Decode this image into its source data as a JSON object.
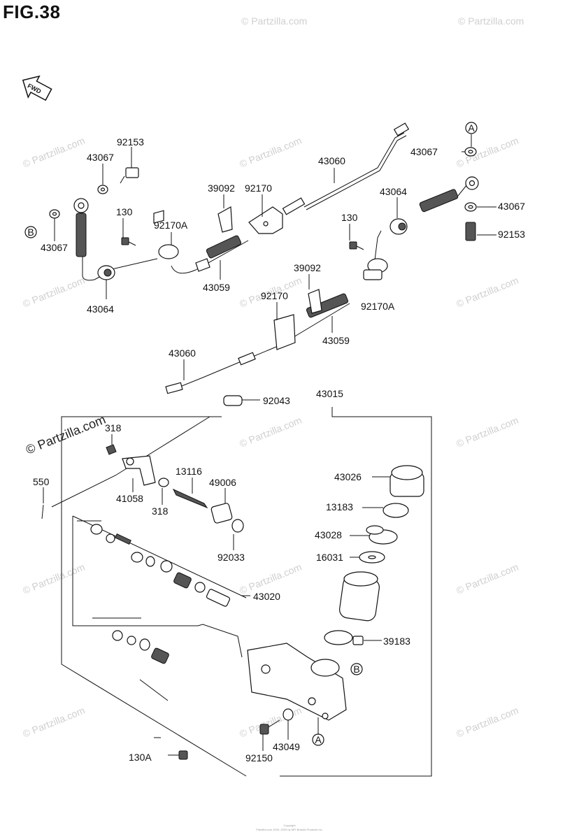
{
  "figure": {
    "title": "FIG.38",
    "fwd_label": "FWD"
  },
  "watermark": {
    "text": "© Partzilla.com"
  },
  "callouts": {
    "a": "A",
    "b": "B"
  },
  "parts": {
    "p92153_l": "92153",
    "p43067_l1": "43067",
    "p43067_l2": "43067",
    "p130_l": "130",
    "p43064_l": "43064",
    "p92170A_l": "92170A",
    "p39092_t": "39092",
    "p92170_t": "92170",
    "p43060_t": "43060",
    "p43059_t": "43059",
    "p43067_r1": "43067",
    "p43064_r": "43064",
    "p43067_r2": "43067",
    "p130_r": "130",
    "p92153_r": "92153",
    "p39092_m": "39092",
    "p92170_m": "92170",
    "p92170A_m": "92170A",
    "p43059_m": "43059",
    "p43060_m": "43060",
    "p92043": "92043",
    "p43015": "43015",
    "p318_a": "318",
    "p550": "550",
    "p41058": "41058",
    "p318_b": "318",
    "p13116": "13116",
    "p49006": "49006",
    "p92033": "92033",
    "p43026": "43026",
    "p13183": "13183",
    "p43028": "43028",
    "p16031": "16031",
    "p43020": "43020",
    "p39183": "39183",
    "p43049": "43049",
    "p92150": "92150",
    "p130A": "130A"
  },
  "footer": {
    "copyright": "Copyright",
    "line2": "Partzilla.com  2009, 2020 by MFI Brands Products Inc."
  }
}
